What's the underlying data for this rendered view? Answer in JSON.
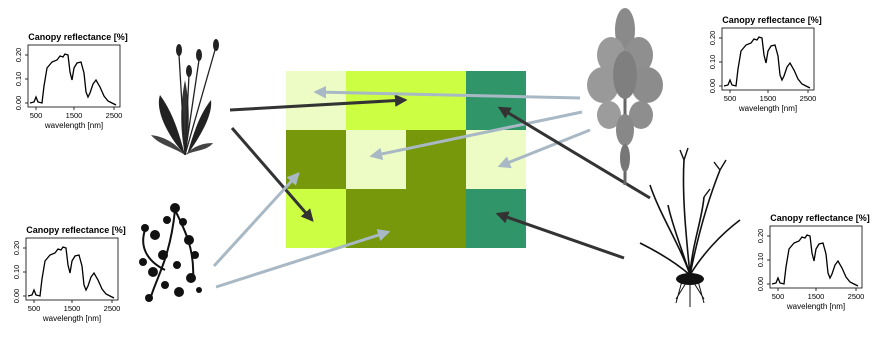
{
  "colors": {
    "pale": "#ecfcc4",
    "lime": "#ccfe44",
    "olive": "#76980a",
    "teal": "#31956a",
    "arrow_dark": "#333333",
    "arrow_light": "#a8b8c4"
  },
  "grid": {
    "rows": 3,
    "cols": 4,
    "cells": [
      [
        "pale",
        "lime",
        "lime",
        "teal"
      ],
      [
        "olive",
        "pale",
        "olive",
        "pale"
      ],
      [
        "lime",
        "olive",
        "olive",
        "teal"
      ]
    ]
  },
  "spectra": [
    {
      "title": "Canopy reflectance [%]",
      "xlabel": "wavelength [nm]",
      "xticks": [
        "500",
        "1500",
        "2500"
      ],
      "yticks": [
        "0.00",
        "0.10",
        "0.20"
      ]
    },
    {
      "title": "Canopy reflectance [%]",
      "xlabel": "wavelength [nm]",
      "xticks": [
        "500",
        "1500",
        "2500"
      ],
      "yticks": [
        "0.00",
        "0.10",
        "0.20"
      ]
    },
    {
      "title": "Canopy reflectance [%]",
      "xlabel": "wavelength [nm]",
      "xticks": [
        "500",
        "1500",
        "2500"
      ],
      "yticks": [
        "0.00",
        "0.10",
        "0.20"
      ]
    },
    {
      "title": "Canopy reflectance [%]",
      "xlabel": "wavelength [nm]",
      "xticks": [
        "500",
        "1500",
        "2500"
      ],
      "yticks": [
        "0.00",
        "0.10",
        "0.20"
      ]
    }
  ],
  "plants": [
    {
      "icon": "plantain-rosette-icon"
    },
    {
      "icon": "creeping-clover-icon"
    },
    {
      "icon": "feathery-shrub-icon"
    },
    {
      "icon": "grass-tussock-icon"
    }
  ]
}
